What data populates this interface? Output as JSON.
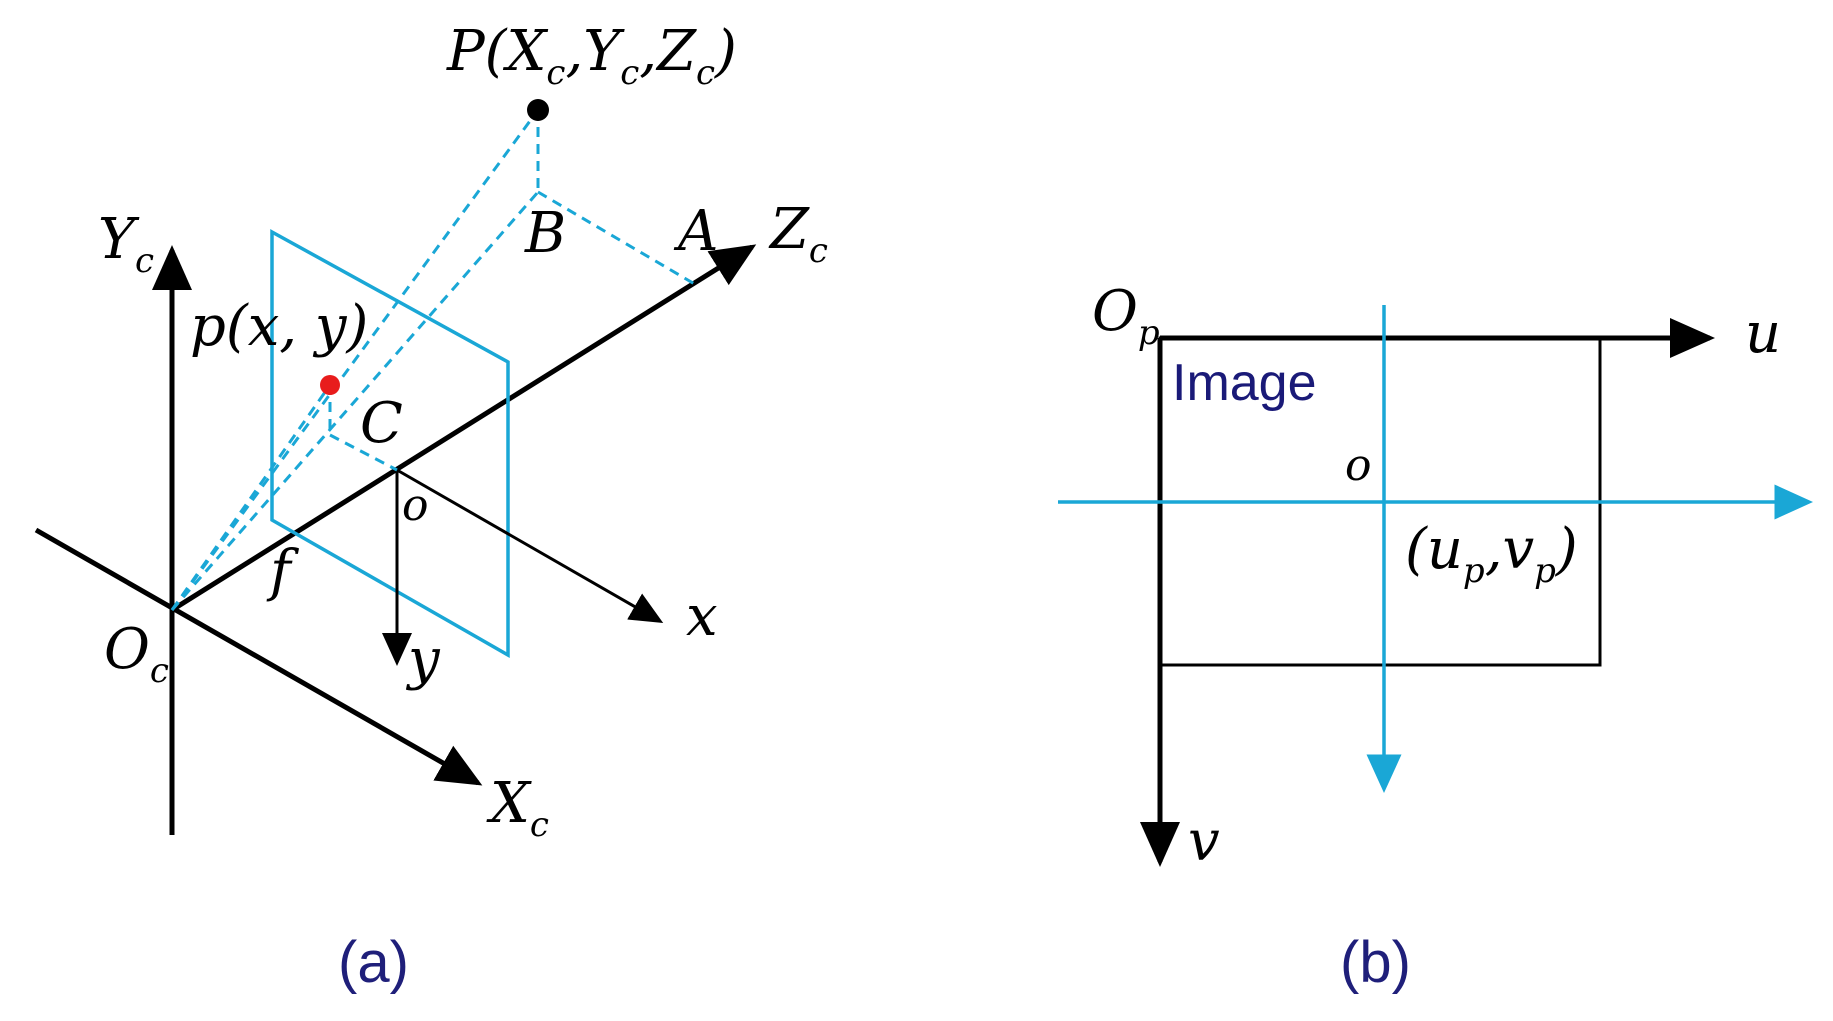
{
  "panel_a": {
    "caption": "(a)",
    "point_P": {
      "main": "P(X",
      "s1": "c",
      "m2": ",Y",
      "s2": "c",
      "m3": ",Z",
      "s3": "c",
      "m4": ")"
    },
    "point_p": "p(x, y)",
    "label_A": "A",
    "label_B": "B",
    "label_C": "C",
    "label_o": "o",
    "label_f": "f",
    "label_x": "x",
    "label_y": "y",
    "axis_Yc": {
      "main": "Y",
      "sub": "c"
    },
    "axis_Zc": {
      "main": "Z",
      "sub": "c"
    },
    "axis_Xc": {
      "main": "X",
      "sub": "c"
    },
    "origin_Oc": {
      "main": "O",
      "sub": "c"
    },
    "colors": {
      "plane": "#1aa7d6",
      "point_p": "#e81c1c",
      "point_P": "#000000"
    }
  },
  "panel_b": {
    "caption": "(b)",
    "image_word": "Image",
    "origin_Op": {
      "main": "O",
      "sub": "p"
    },
    "axis_u": "u",
    "axis_v": "v",
    "label_o": "o",
    "principal_point": {
      "m1": "(u",
      "s1": "p",
      "m2": ",v",
      "s2": "p",
      "m3": ")"
    },
    "colors": {
      "axes": "#000000",
      "centered_axes": "#1aa7d6"
    }
  }
}
